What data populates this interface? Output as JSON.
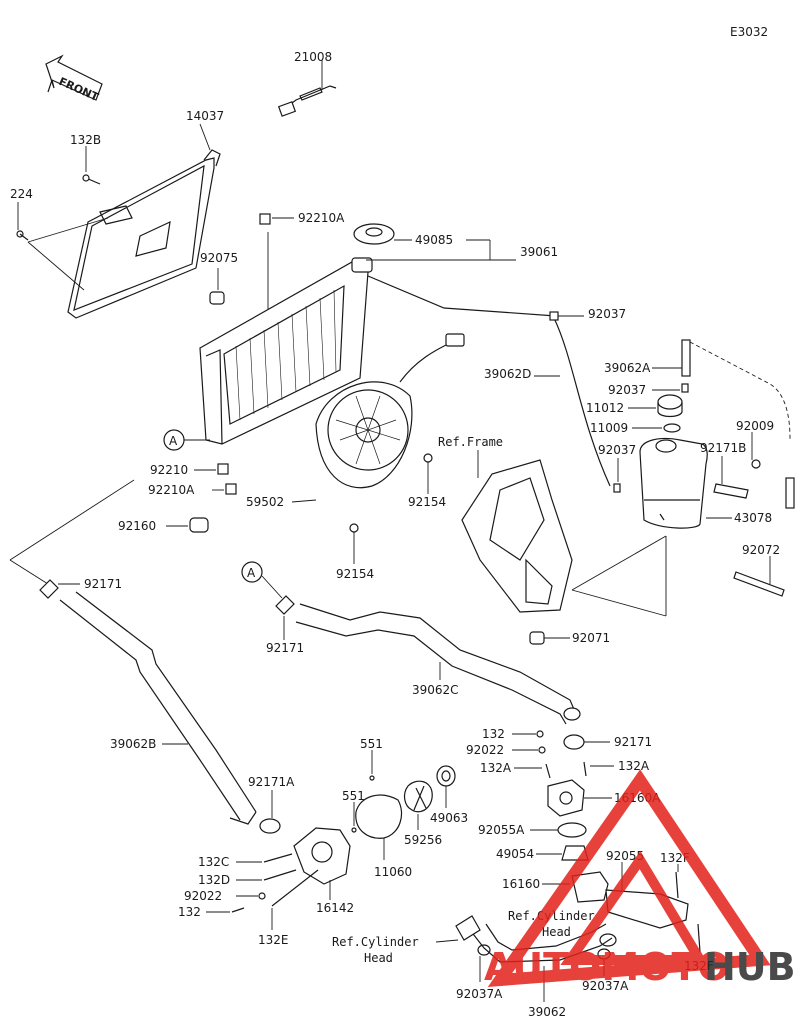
{
  "diagram_code": "E3032",
  "front_label": "FRONT",
  "callout_A": "A",
  "parts": {
    "p21008": "21008",
    "p14037": "14037",
    "p132B": "132B",
    "p224": "224",
    "p92210A_top": "92210A",
    "p49085": "49085",
    "p39061": "39061",
    "p92075": "92075",
    "p92037_a": "92037",
    "p39062D": "39062D",
    "p39062A": "39062A",
    "p92037_b": "92037",
    "p11012": "11012",
    "p11009": "11009",
    "p92009": "92009",
    "p92037_c": "92037",
    "p92171B": "92171B",
    "p92210": "92210",
    "p92210A_low": "92210A",
    "p59502": "59502",
    "p92154_a": "92154",
    "p92160": "92160",
    "p43078": "43078",
    "p92072": "92072",
    "p92154_b": "92154",
    "p92171_left": "92171",
    "p92171_mid": "92171",
    "p92071": "92071",
    "p39062C": "39062C",
    "p132_r": "132",
    "p92022_r": "92022",
    "p92171_r": "92171",
    "p132A_l": "132A",
    "p132A_r": "132A",
    "p16160A": "16160A",
    "p92055A": "92055A",
    "p49054": "49054",
    "p92055": "92055",
    "p132F_top": "132F",
    "p16160": "16160",
    "p39062B": "39062B",
    "p551_top": "551",
    "p551_mid": "551",
    "p49063": "49063",
    "p92171A": "92171A",
    "p59256": "59256",
    "p11060": "11060",
    "p132C": "132C",
    "p132D": "132D",
    "p92022_l": "92022",
    "p132_l": "132",
    "p16142": "16142",
    "p132E": "132E",
    "p132F_bot": "132F",
    "p92037A_l": "92037A",
    "p39062": "39062",
    "p92037A_r": "92037A"
  },
  "refs": {
    "frame": "Ref.Frame",
    "cyl_head_right_1": "Ref.Cylinder",
    "cyl_head_right_2": "Head",
    "cyl_head_left_1": "Ref.Cylinder",
    "cyl_head_left_2": "Head"
  },
  "watermark": {
    "brand_left": "AUTOMOTO",
    "brand_right": "HUB",
    "color_red": "#e32119",
    "color_dark": "#2b2b2b"
  }
}
